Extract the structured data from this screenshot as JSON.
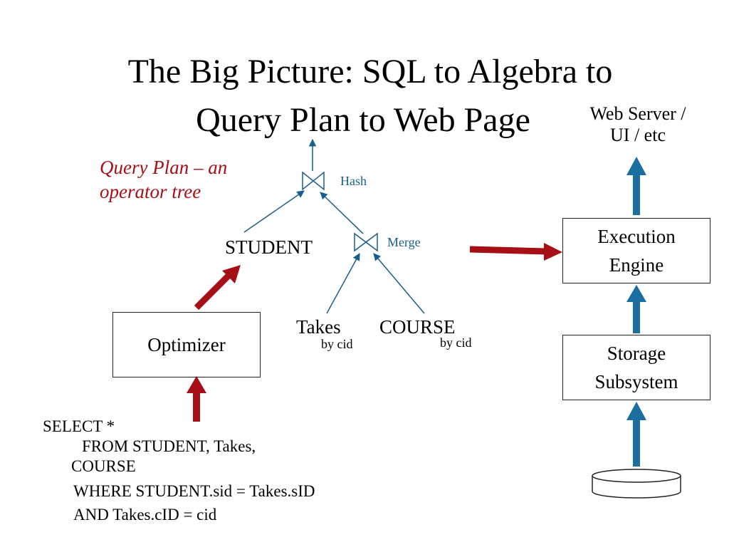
{
  "title": {
    "line1": "The Big Picture:  SQL to Algebra to",
    "line2": "Query Plan to Web Page"
  },
  "web_server_label": {
    "line1": "Web Server /",
    "line2": "UI / etc"
  },
  "query_plan_caption": {
    "line1": "Query Plan – an",
    "line2": "operator tree"
  },
  "operators": {
    "hash_join_label": "Hash",
    "merge_join_label": "Merge"
  },
  "tree_nodes": {
    "student": "STUDENT",
    "takes": "Takes",
    "takes_sort": "by cid",
    "course": "COURSE",
    "course_sort": "by cid"
  },
  "boxes": {
    "optimizer": "Optimizer",
    "execution_engine": {
      "line1": "Execution",
      "line2": "Engine"
    },
    "storage_subsystem": {
      "line1": "Storage",
      "line2": "Subsystem"
    }
  },
  "sql_query": {
    "line1": "SELECT *",
    "line2": "FROM STUDENT, Takes,",
    "line3": "COURSE",
    "line4": "WHERE STUDENT.sid = Takes.sID",
    "line5": "AND Takes.cID = cid"
  },
  "colors": {
    "arrow_red": "#a50f15",
    "arrow_blue": "#1a6fa0",
    "tree_blue": "#1a5e8c",
    "caption_red": "#a50f15"
  },
  "icons": {
    "join": "bowtie-join-icon",
    "database": "database-cylinder-icon"
  }
}
